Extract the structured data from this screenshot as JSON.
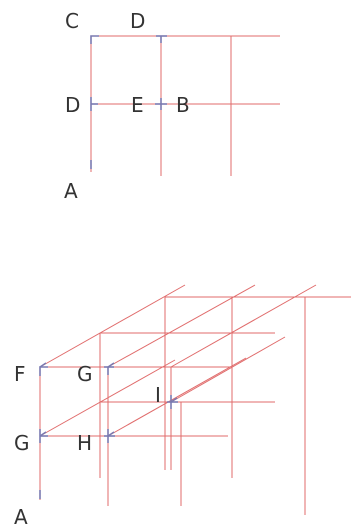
{
  "colors": {
    "grid_line": "#e06b6b",
    "marker": "#7a7ab0",
    "label": "#333333",
    "background": "#ffffff"
  },
  "diagram_top": {
    "labels": {
      "c": "C",
      "d_top": "D",
      "d_left": "D",
      "e": "E",
      "b": "B",
      "a": "A"
    }
  },
  "diagram_bottom": {
    "labels": {
      "f": "F",
      "g_top": "G",
      "g_left": "G",
      "h": "H",
      "i": "I",
      "a": "A"
    }
  }
}
